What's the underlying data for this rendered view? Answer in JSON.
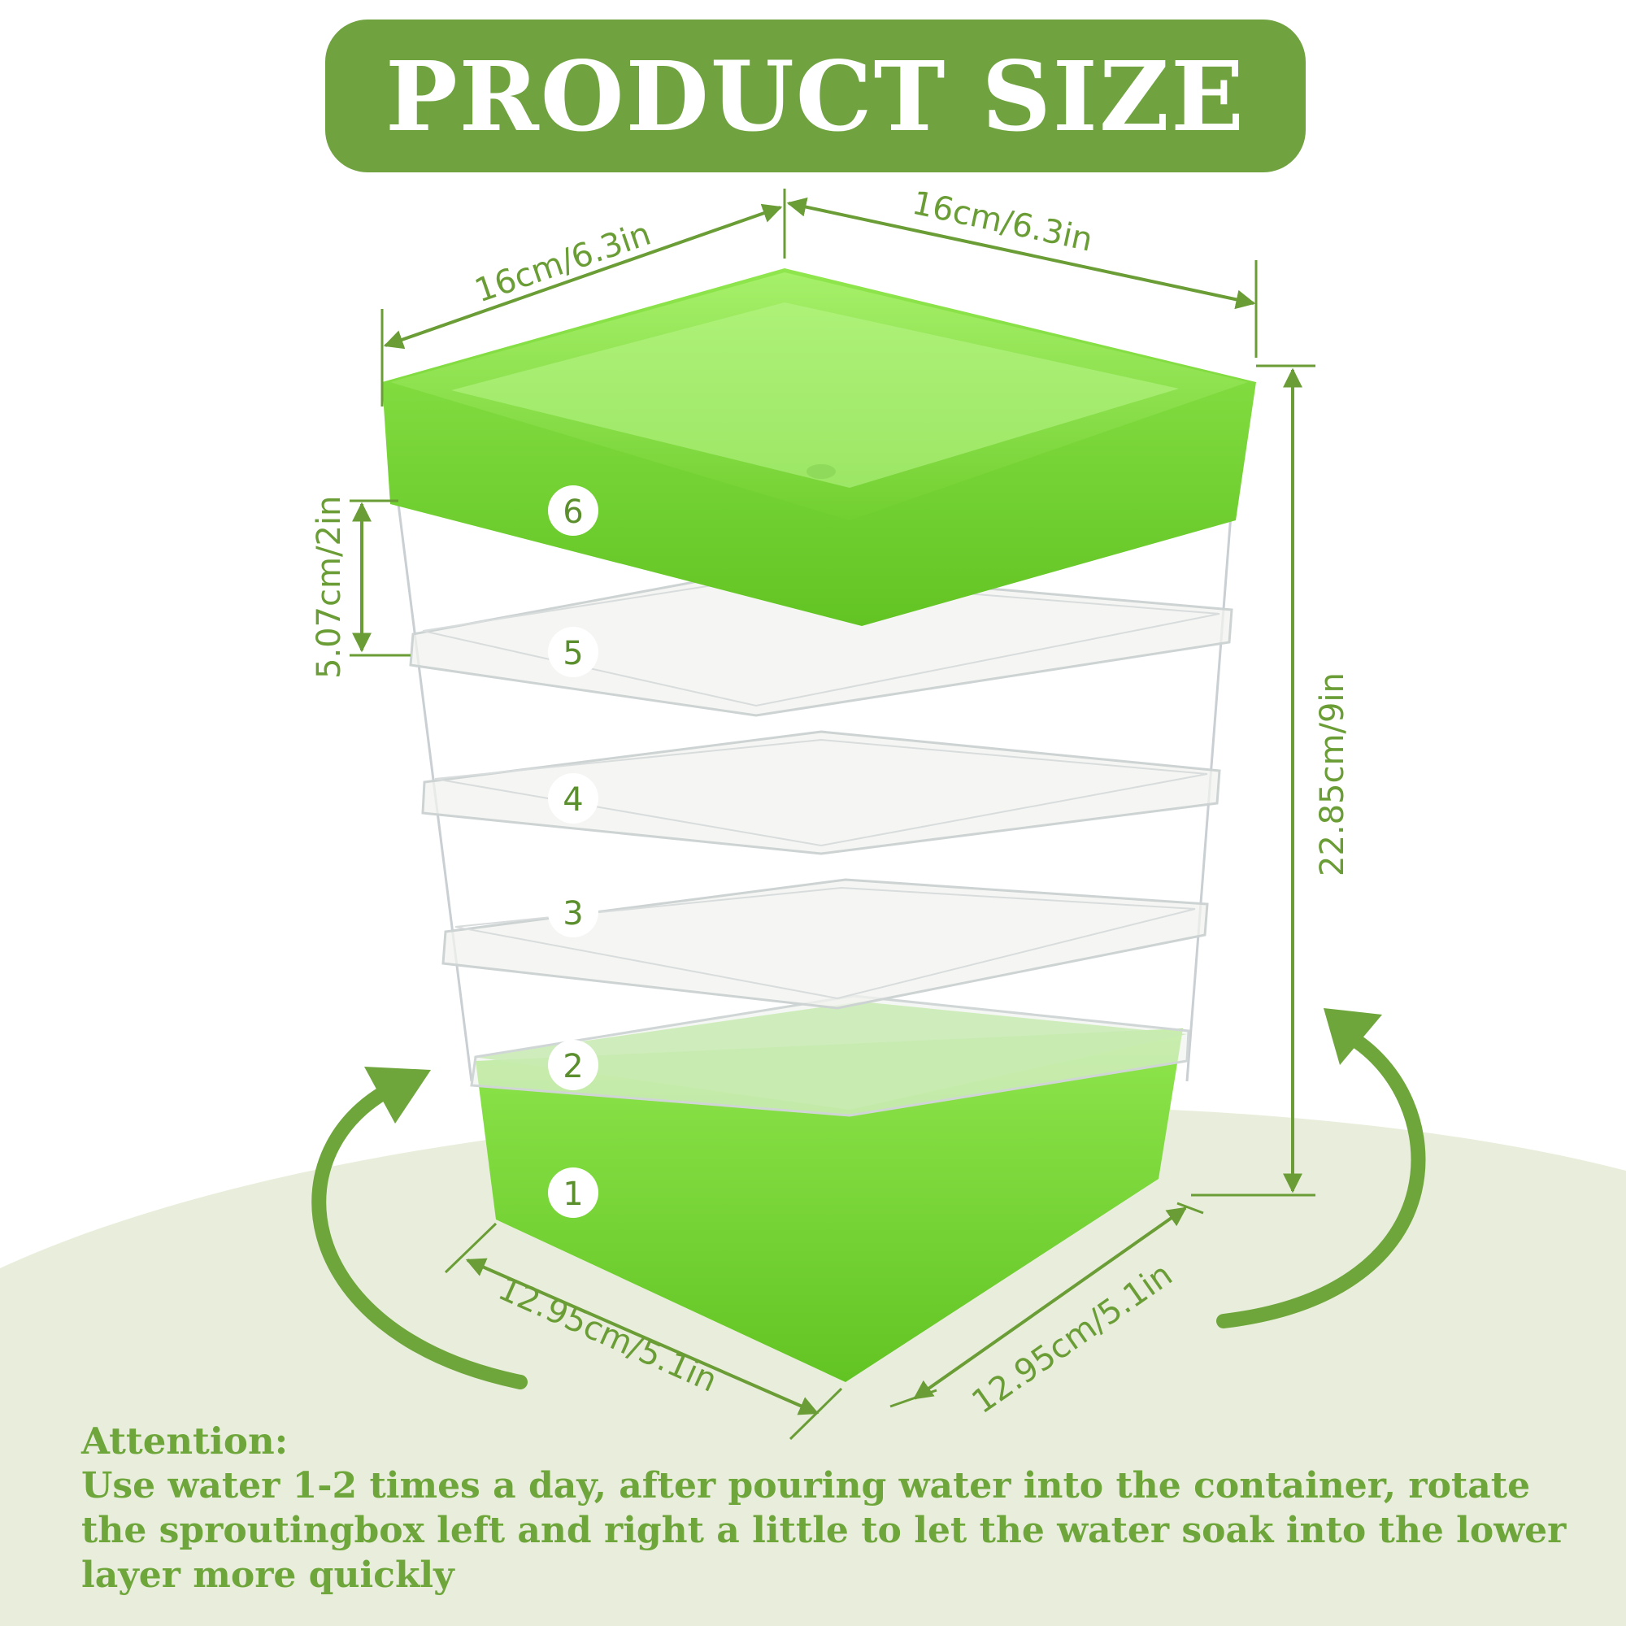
{
  "header": {
    "title": "PRODUCT SIZE"
  },
  "dimensions": {
    "top_left": "16cm/6.3in",
    "top_right": "16cm/6.3in",
    "height_tier": "5.07cm/2in",
    "total_height": "22.85cm/9in",
    "bottom_left": "12.95cm/5.1in",
    "bottom_right": "12.95cm/5.1in"
  },
  "tiers": [
    "1",
    "2",
    "3",
    "4",
    "5",
    "6"
  ],
  "attention": {
    "heading": "Attention:",
    "lines": [
      "Use water 1-2 times a day, after pouring water into the container, rotate",
      "the sproutingbox left and right a little to let the water soak into the lower",
      "layer more quickly"
    ]
  },
  "colors": {
    "brand_green": "#70a340",
    "tray_green": "#7ad93a",
    "text_green": "#6ea63b",
    "background_curve": "#e8eedb"
  }
}
